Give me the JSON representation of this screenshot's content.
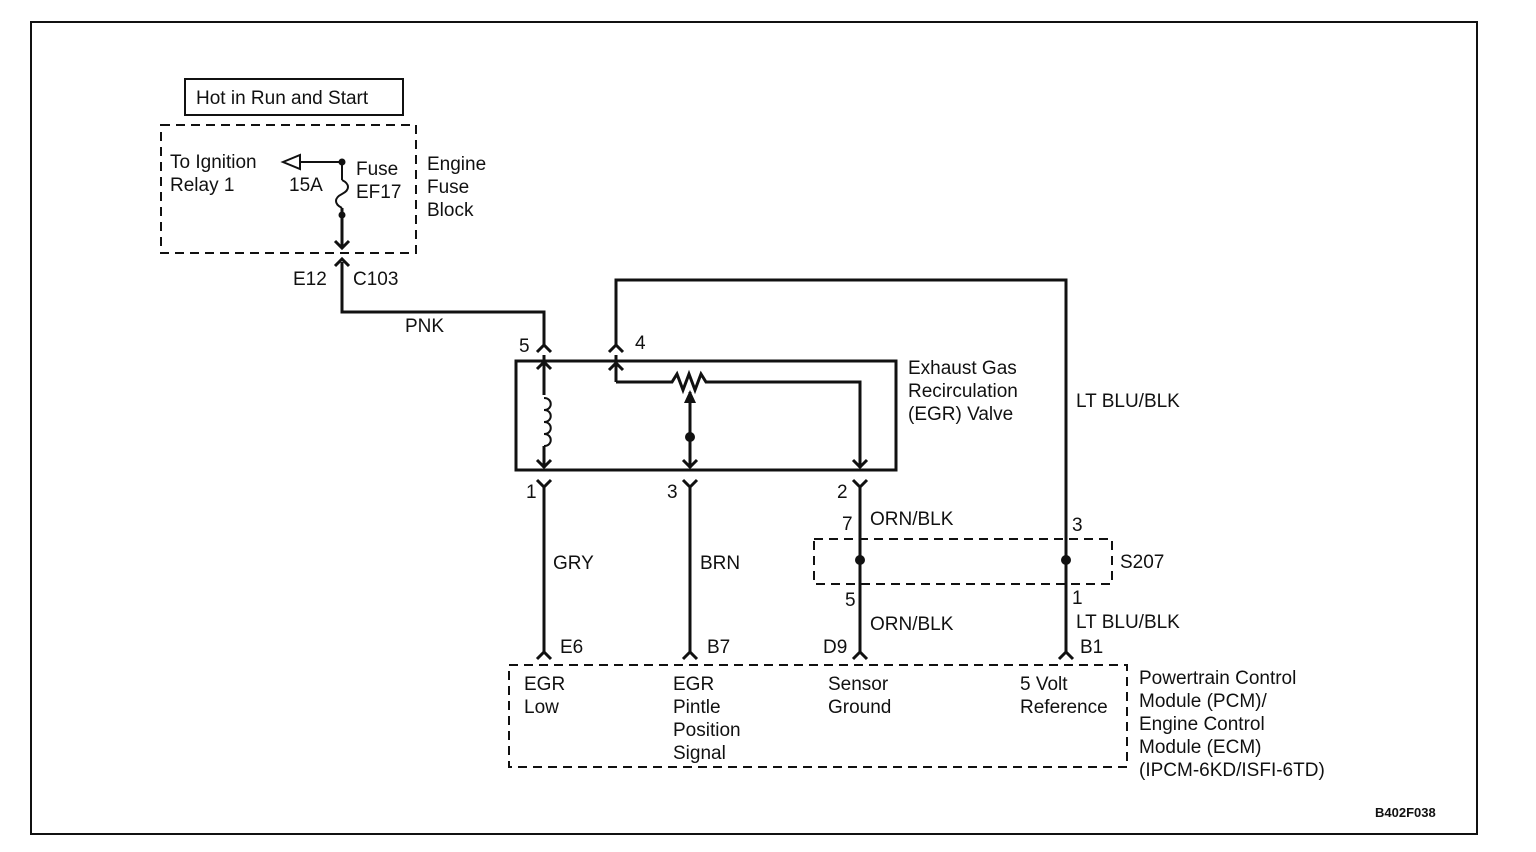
{
  "power_label": "Hot in Run and Start",
  "fuse_block": {
    "to_label_1": "To Ignition",
    "to_label_2": "Relay 1",
    "fuse_label_1": "Fuse",
    "fuse_label_2": "EF17",
    "rating": "15A",
    "name_1": "Engine",
    "name_2": "Fuse",
    "name_3": "Block"
  },
  "connector_c103": {
    "pin": "E12",
    "name": "C103"
  },
  "wires": {
    "pnk": "PNK",
    "lt_blu_blk": "LT BLU/BLK",
    "gry": "GRY",
    "brn": "BRN",
    "orn_blk_upper": "ORN/BLK",
    "orn_blk_lower": "ORN/BLK",
    "lt_blu_blk_lower": "LT BLU/BLK"
  },
  "egr_valve": {
    "name_1": "Exhaust Gas",
    "name_2": "Recirculation",
    "name_3": "(EGR) Valve",
    "pin_5": "5",
    "pin_4": "4",
    "pin_1": "1",
    "pin_3": "3",
    "pin_2": "2"
  },
  "splice": {
    "name": "S207",
    "pin_7": "7",
    "pin_3": "3",
    "pin_5": "5",
    "pin_1": "1"
  },
  "pcm": {
    "pin_e6": "E6",
    "pin_b7": "B7",
    "pin_d9": "D9",
    "pin_b1": "B1",
    "egr_low_1": "EGR",
    "egr_low_2": "Low",
    "pintle_1": "EGR",
    "pintle_2": "Pintle",
    "pintle_3": "Position",
    "pintle_4": "Signal",
    "ground_1": "Sensor",
    "ground_2": "Ground",
    "ref_1": "5 Volt",
    "ref_2": "Reference",
    "name_1": "Powertrain Control",
    "name_2": "Module (PCM)/",
    "name_3": "Engine Control",
    "name_4": "Module (ECM)",
    "name_5": "(IPCM-6KD/ISFI-6TD)"
  },
  "figure_code": "B402F038"
}
